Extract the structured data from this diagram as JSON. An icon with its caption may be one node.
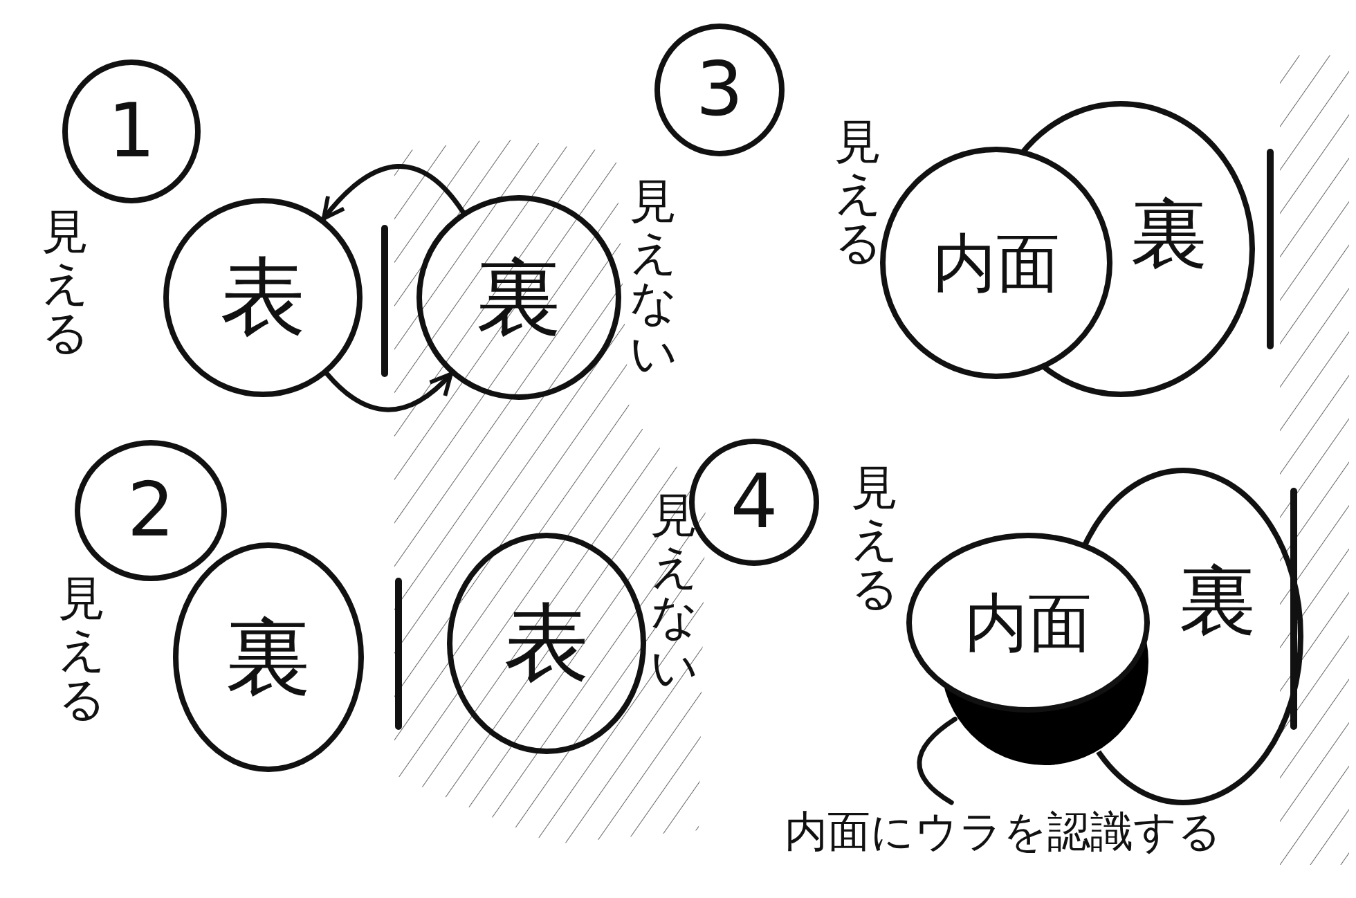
{
  "diagram": {
    "nodes": [
      {
        "text": [
          "1"
        ]
      },
      {
        "text": [
          "表"
        ]
      },
      {
        "text": [
          "裏"
        ]
      },
      {
        "text": [
          "3"
        ]
      },
      {
        "text": [
          "裏"
        ]
      },
      {
        "text": [
          "内面"
        ]
      },
      {
        "text": [
          "2"
        ]
      },
      {
        "text": [
          "裏"
        ]
      },
      {
        "text": [
          "表"
        ]
      },
      {
        "text": [
          "4"
        ]
      },
      {
        "text": [
          "裏"
        ]
      },
      {
        "text": [],
        "shape": "crescent"
      },
      {
        "text": [
          "内面"
        ]
      },
      {
        "text": [
          "内面にウラを認識する"
        ]
      }
    ],
    "edges": [
      {
        "from": 2,
        "to": 1,
        "arrow": "to"
      },
      {
        "from": 1,
        "to": 2,
        "arrow": "to"
      },
      {
        "from": 13,
        "to": 11,
        "arrow": "none"
      }
    ],
    "labels": [
      "見える",
      "見えない",
      "見える",
      "見える",
      "見えない",
      "見える"
    ]
  }
}
